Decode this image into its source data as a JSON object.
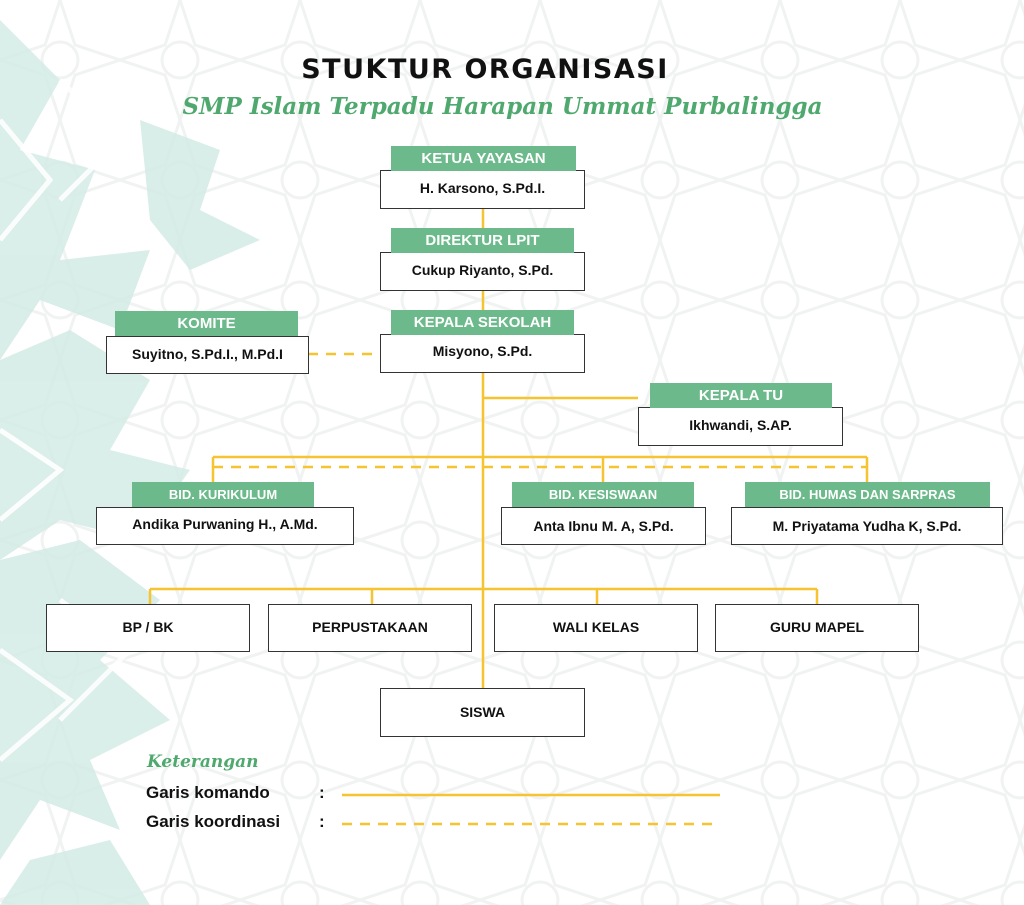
{
  "title": "STUKTUR  ORGANISASI",
  "subtitle": "SMP Islam Terpadu Harapan Ummat Purbalingga",
  "colors": {
    "header_green": "#6cba8b",
    "line_yellow": "#f5c430",
    "subtitle_green": "#4fa96e",
    "background_pattern": "#d3ebe6"
  },
  "nodes": {
    "ketua_yayasan": {
      "role": "KETUA YAYASAN",
      "name": "H. Karsono, S.Pd.I."
    },
    "direktur_lpit": {
      "role": "DIREKTUR LPIT",
      "name": "Cukup Riyanto, S.Pd."
    },
    "kepala_sekolah": {
      "role": "KEPALA SEKOLAH",
      "name": "Misyono, S.Pd."
    },
    "komite": {
      "role": "KOMITE",
      "name": "Suyitno, S.Pd.I., M.Pd.I"
    },
    "kepala_tu": {
      "role": "KEPALA TU",
      "name": "Ikhwandi, S.AP."
    },
    "bid_kurikulum": {
      "role": "BID. KURIKULUM",
      "name": "Andika Purwaning H., A.Md."
    },
    "bid_kesiswaan": {
      "role": "BID. KESISWAAN",
      "name": "Anta Ibnu M. A, S.Pd."
    },
    "bid_humas": {
      "role": "BID. HUMAS DAN SARPRAS",
      "name": "M. Priyatama Yudha K, S.Pd."
    },
    "bp_bk": {
      "name": "BP / BK"
    },
    "perpustakaan": {
      "name": "PERPUSTAKAAN"
    },
    "wali_kelas": {
      "name": "WALI KELAS"
    },
    "guru_mapel": {
      "name": "GURU MAPEL"
    },
    "siswa": {
      "name": "SISWA"
    }
  },
  "legend": {
    "title": "Keterangan",
    "command_label": "Garis komando",
    "coordination_label": "Garis koordinasi",
    "separator": ":"
  }
}
